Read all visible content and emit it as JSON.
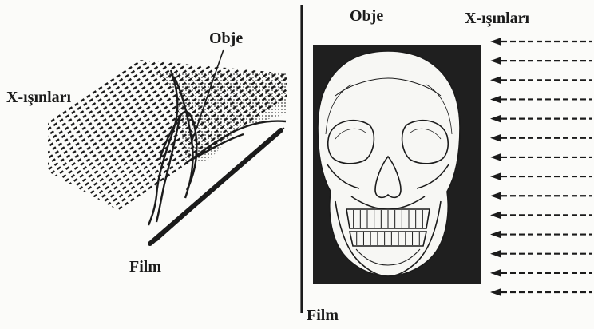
{
  "left_panel": {
    "object_label": "Obje",
    "xray_label": "X-ışınları",
    "film_label": "Film"
  },
  "right_panel": {
    "object_label": "Obje",
    "xray_label": "X-ışınları",
    "film_label": "Film",
    "arrow_count": 14
  },
  "colors": {
    "ink": "#1b1b1b",
    "paper": "#fbfbf9",
    "film_dark": "#1f1f1f",
    "skull_fill": "#f7f7f4"
  }
}
